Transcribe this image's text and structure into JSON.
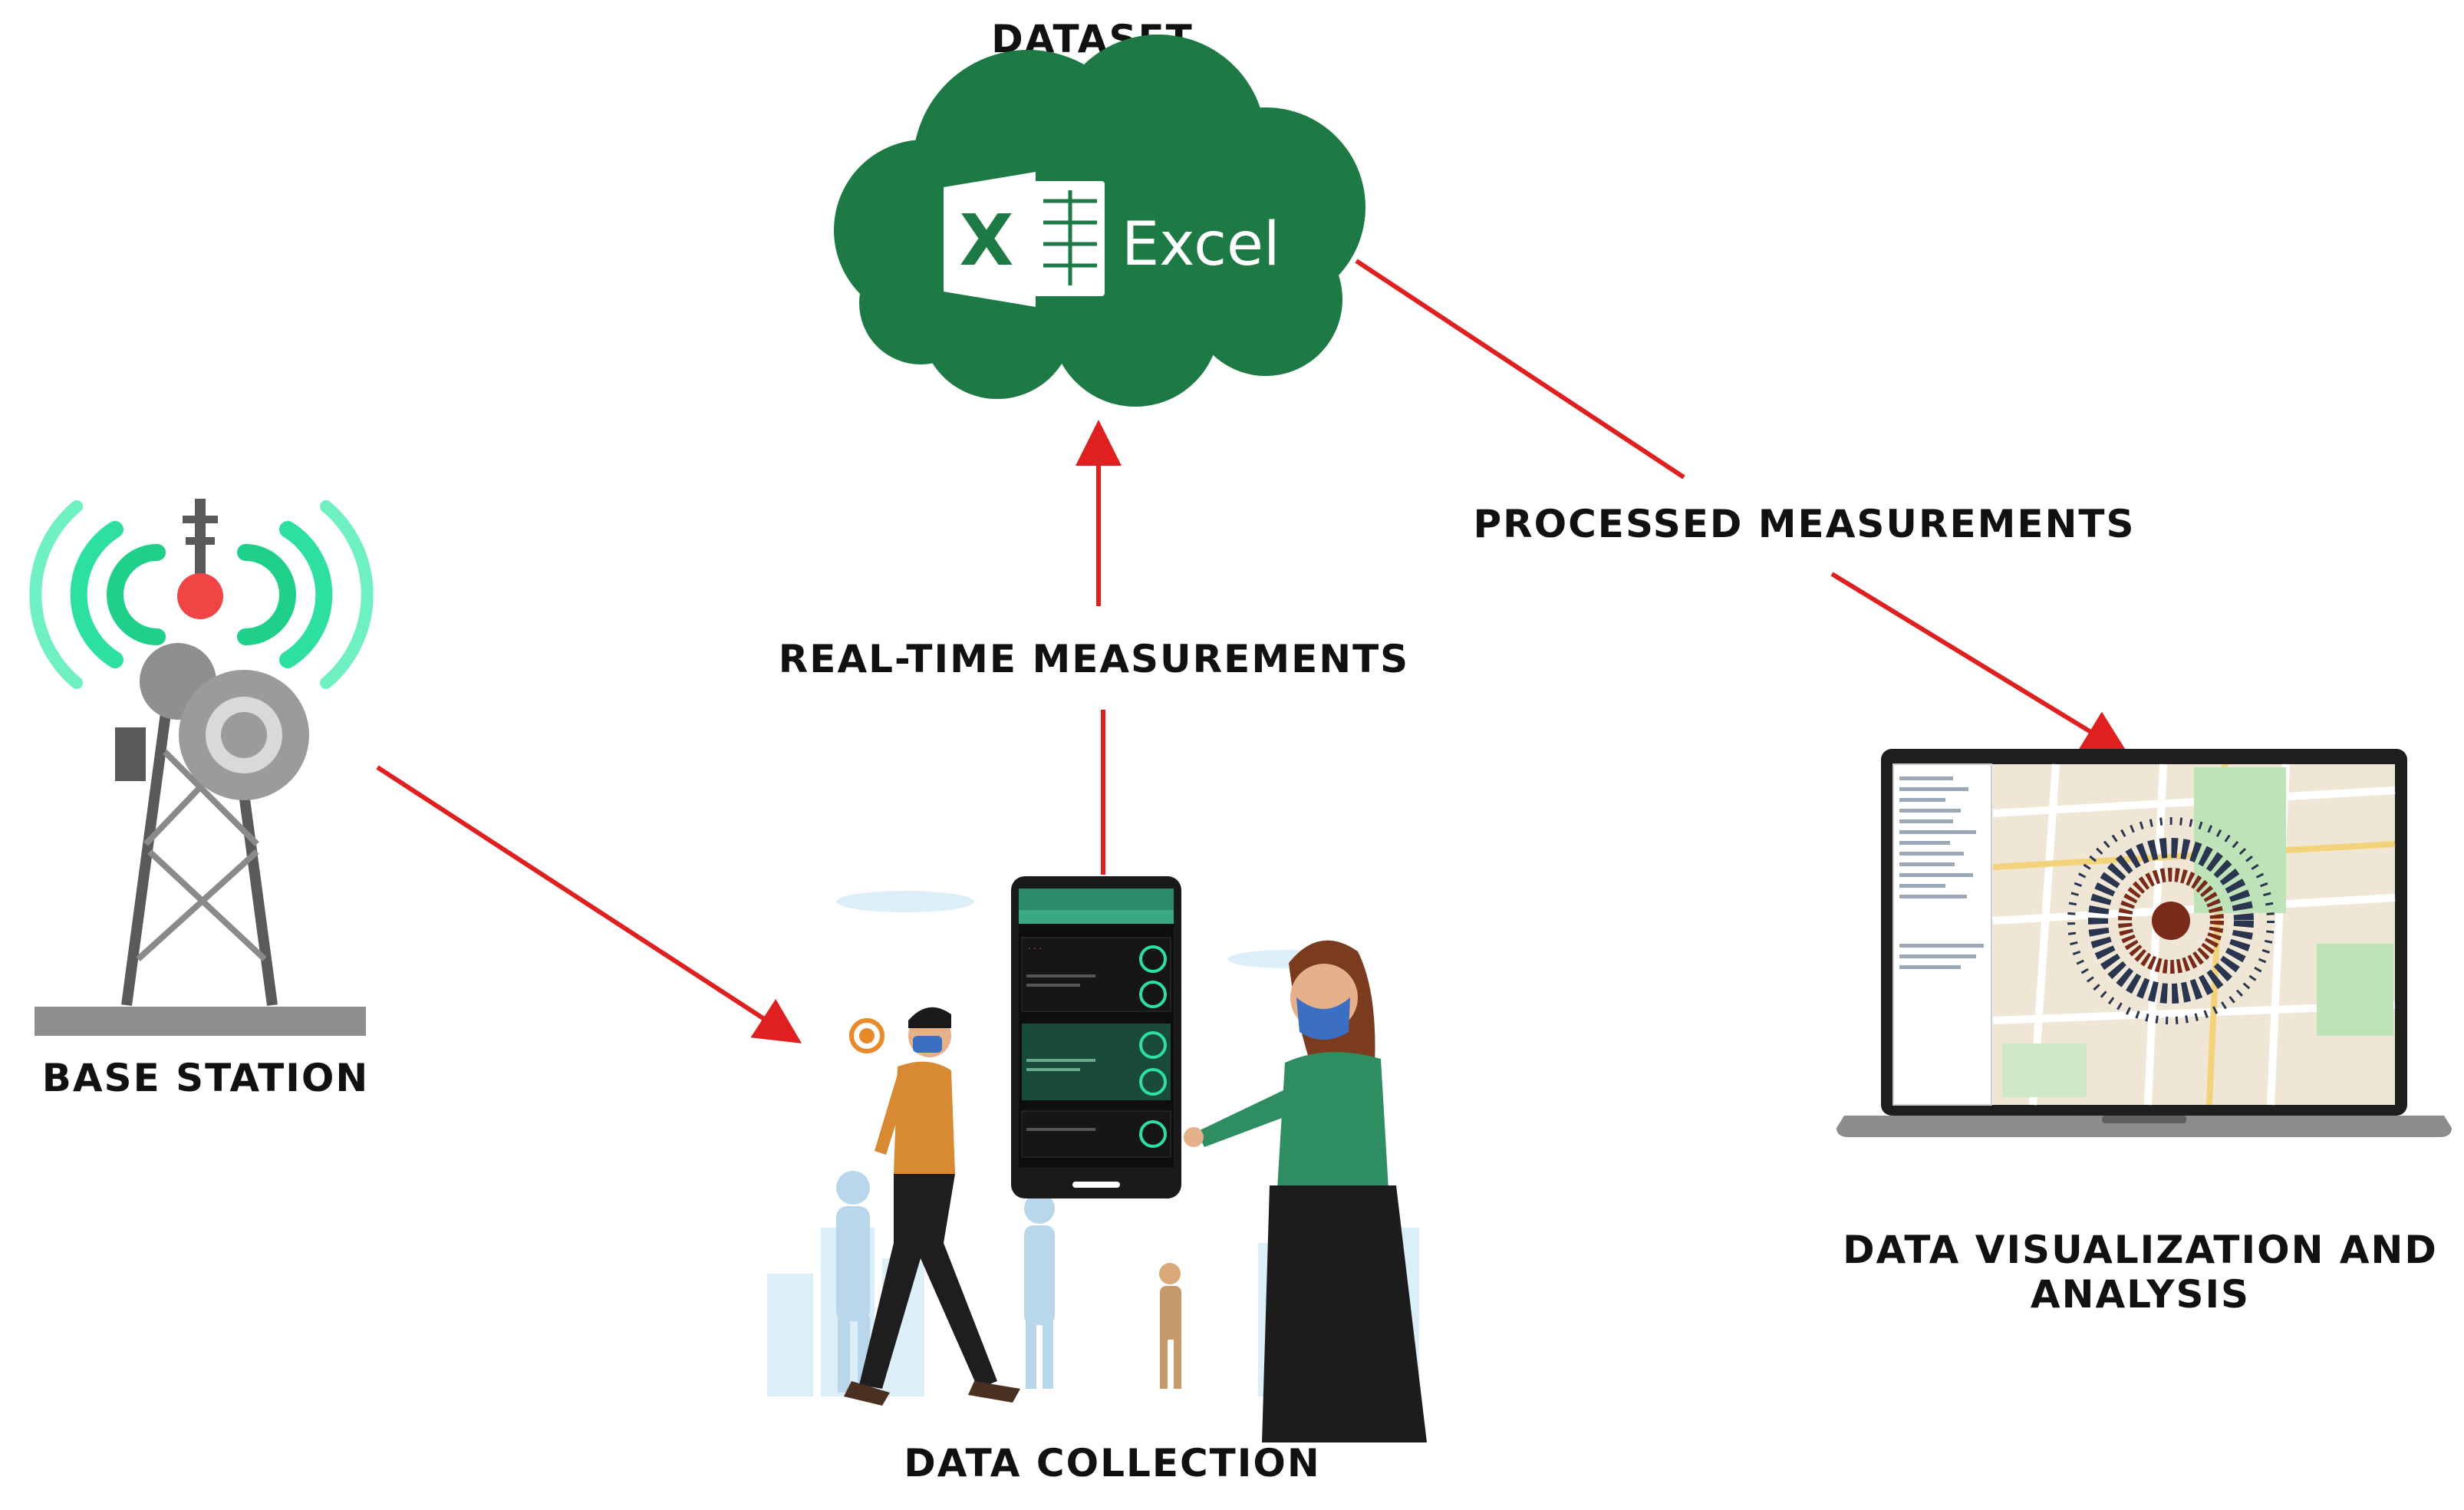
{
  "labels": {
    "dataset": "DATASET",
    "base_station": "BASE STATION",
    "real_time": "REAL-TIME MEASUREMENTS",
    "processed": "PROCESSED MEASUREMENTS",
    "data_collection": "DATA COLLECTION",
    "visualization_line1": "DATA VISUALIZATION AND",
    "visualization_line2": "ANALYSIS"
  },
  "excel": {
    "icon_letter": "X",
    "word": "Excel"
  },
  "colors": {
    "arrow": "#e02020",
    "excel_green": "#1d7a45",
    "signal": "#1fd08a",
    "tower": "#5a5a5a"
  },
  "icons": [
    "cloud-icon",
    "excel-icon",
    "cell-tower-icon",
    "smartphone-icon",
    "laptop-icon",
    "map-icon"
  ]
}
